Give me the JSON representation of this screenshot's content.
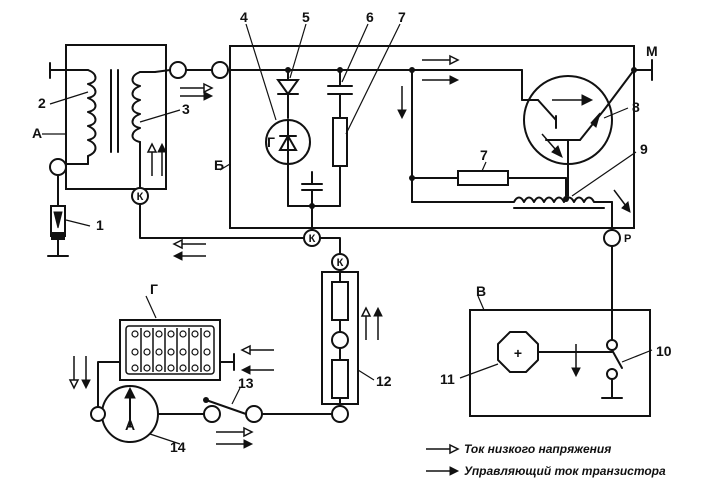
{
  "labels": {
    "n1": "1",
    "n2": "2",
    "n3": "3",
    "n4": "4",
    "n5": "5",
    "n6": "6",
    "n7a": "7",
    "n7b": "7",
    "n8": "8",
    "n9": "9",
    "n10": "10",
    "n11": "11",
    "n12": "12",
    "n13": "13",
    "n14": "14",
    "A": "А",
    "B": "Б",
    "V": "В",
    "G": "Г",
    "M": "М",
    "P": "Р",
    "K1": "К",
    "K2": "К",
    "K3": "К",
    "gen_G": "Г",
    "ammeter_A": "А",
    "plus": "+"
  },
  "legend": {
    "low_voltage": "Ток низкого напряжения",
    "control": "Управляющий ток транзистора"
  }
}
